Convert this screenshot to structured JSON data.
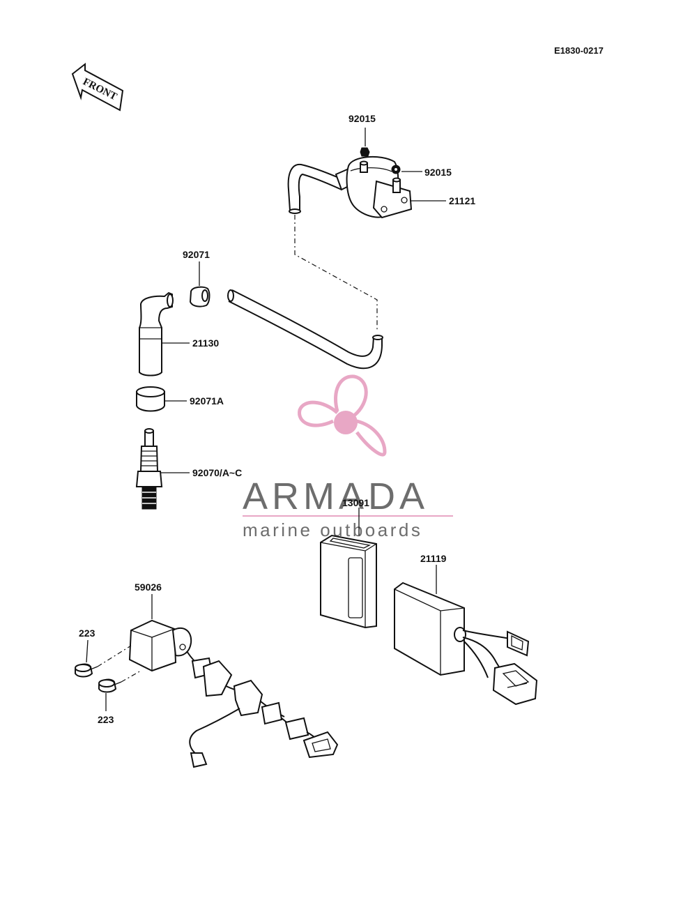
{
  "diagram_code": "E1830-0217",
  "front_arrow_text": "FRONT",
  "watermark": {
    "title": "ARMADA",
    "subtitle": "marine outboards",
    "title_color": "#6d6d6d",
    "accent_color": "#e8a7c5"
  },
  "parts": {
    "nut_top": "92015",
    "nut_right": "92015",
    "ignition_coil": "21121",
    "cap_seal": "92071",
    "plug_cap": "21130",
    "seal_ring": "92071A",
    "spark_plug": "92070/A~C",
    "igniter_small": "13091",
    "igniter_box": "21119",
    "regulator": "59026",
    "bolt_upper": "223",
    "bolt_lower": "223"
  }
}
